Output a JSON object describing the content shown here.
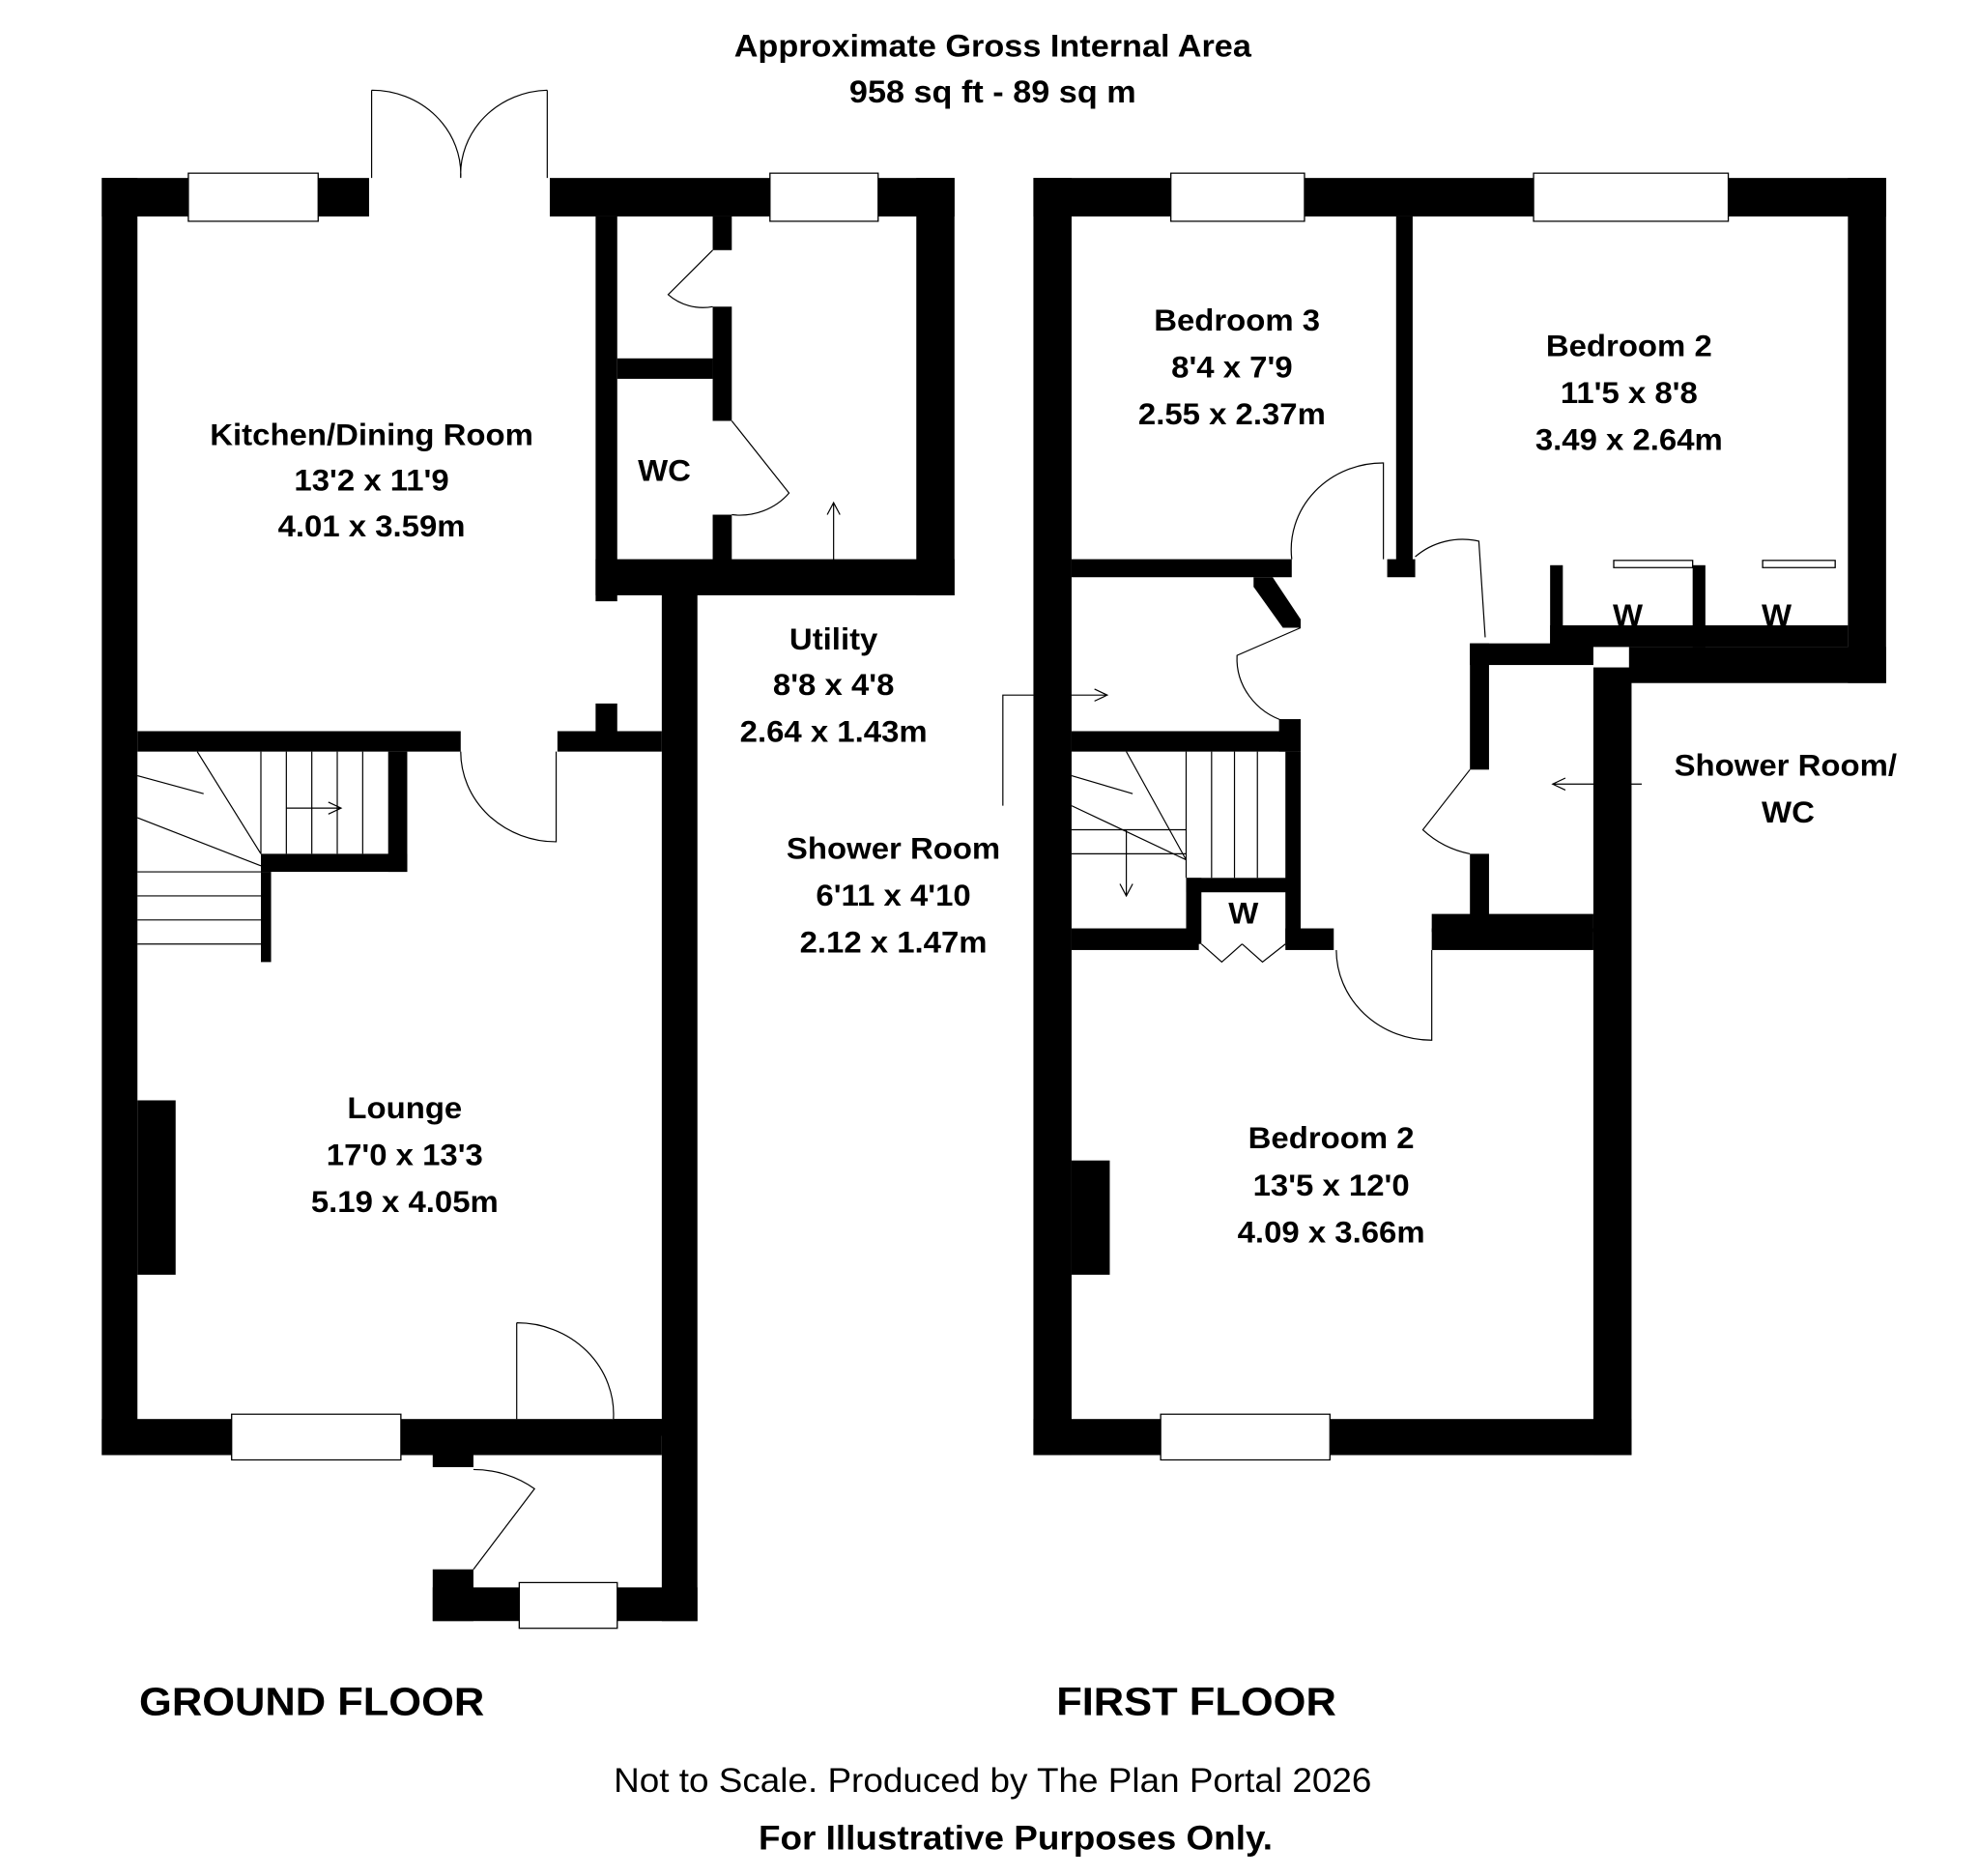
{
  "header": {
    "line1": "Approximate Gross Internal Area",
    "line2": "958 sq ft - 89 sq m"
  },
  "ground_floor": {
    "title": "GROUND FLOOR",
    "rooms": [
      {
        "name": "Kitchen/Dining Room",
        "imperial": "13'2 x 11'9",
        "metric": "4.01 x 3.59m"
      },
      {
        "name": "WC"
      },
      {
        "name": "Utility",
        "imperial": "8'8 x 4'8",
        "metric": "2.64 x 1.43m"
      },
      {
        "name": "Lounge",
        "imperial": "17'0 x 13'3",
        "metric": "5.19 x 4.05m"
      }
    ]
  },
  "first_floor": {
    "title": "FIRST FLOOR",
    "rooms": [
      {
        "name": "Bedroom 3",
        "imperial": "8'4 x 7'9",
        "metric": "2.55 x 2.37m"
      },
      {
        "name": "Bedroom 2",
        "imperial": "11'5 x 8'8",
        "metric": "3.49 x 2.64m"
      },
      {
        "name": "Shower Room",
        "imperial": "6'11 x 4'10",
        "metric": "2.12 x 1.47m"
      },
      {
        "name": "Shower Room/",
        "name2": "WC"
      },
      {
        "name": "Bedroom 2",
        "imperial": "13'5 x 12'0",
        "metric": "4.09 x 3.66m"
      }
    ],
    "wardrobe_label": "W"
  },
  "footer": {
    "line1": "Not to Scale. Produced by The Plan Portal 2026",
    "line2": "For Illustrative Purposes Only."
  }
}
